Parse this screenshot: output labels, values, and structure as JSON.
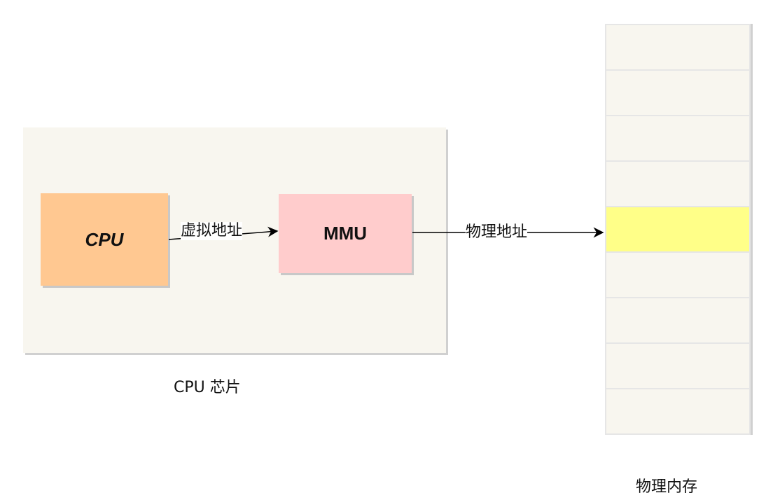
{
  "chip": {
    "label": "CPU 芯片"
  },
  "cpu": {
    "label": "CPU",
    "color": "#ffc891"
  },
  "mmu": {
    "label": "MMU",
    "color": "#ffcccc"
  },
  "arrows": {
    "virtual_address": "虚拟地址",
    "physical_address": "物理地址"
  },
  "memory": {
    "label": "物理内存",
    "cell_count": 9,
    "highlighted_index": 4,
    "highlight_color": "#ffff88"
  }
}
